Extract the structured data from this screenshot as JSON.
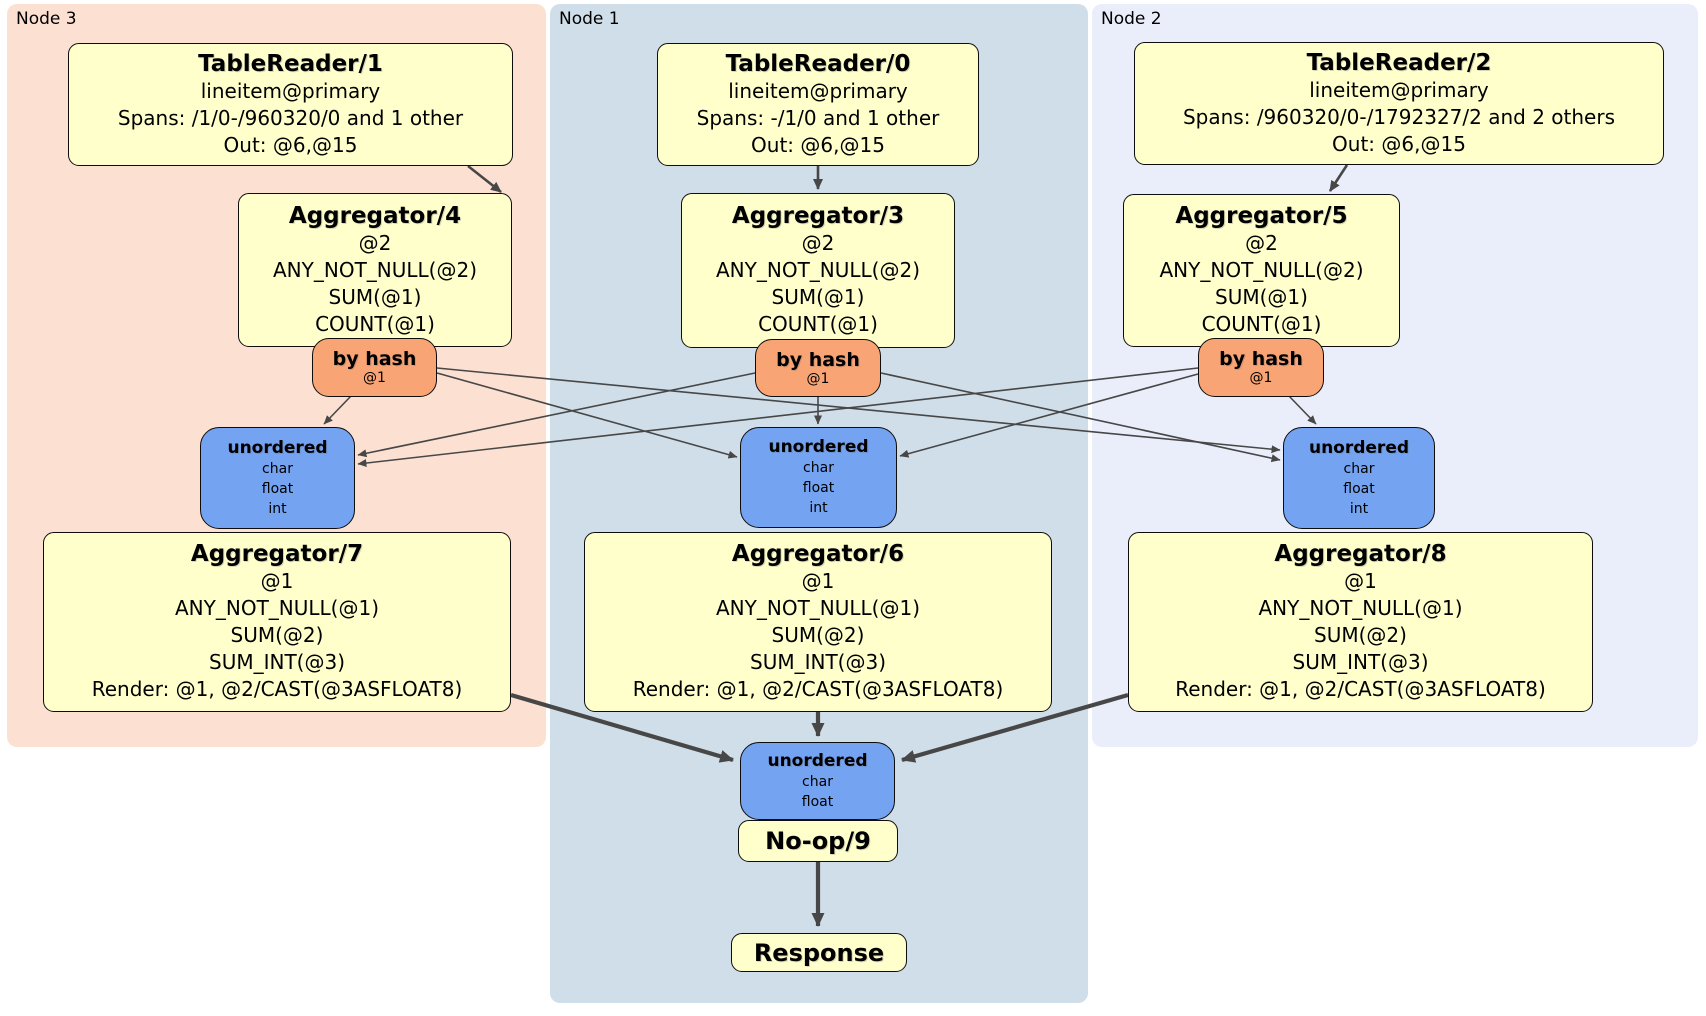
{
  "regions": {
    "node3": {
      "label": "Node 3"
    },
    "node1": {
      "label": "Node 1"
    },
    "node2": {
      "label": "Node 2"
    }
  },
  "boxes": {
    "tr1": {
      "title": "TableReader/1",
      "lines": [
        "lineitem@primary",
        "Spans: /1/0-/960320/0 and 1 other",
        "Out: @6,@15"
      ]
    },
    "tr0": {
      "title": "TableReader/0",
      "lines": [
        "lineitem@primary",
        "Spans: -/1/0 and 1 other",
        "Out: @6,@15"
      ]
    },
    "tr2": {
      "title": "TableReader/2",
      "lines": [
        "lineitem@primary",
        "Spans: /960320/0-/1792327/2 and 2 others",
        "Out: @6,@15"
      ]
    },
    "agg4": {
      "title": "Aggregator/4",
      "lines": [
        "@2",
        "ANY_NOT_NULL(@2)",
        "SUM(@1)",
        "COUNT(@1)"
      ]
    },
    "agg3": {
      "title": "Aggregator/3",
      "lines": [
        "@2",
        "ANY_NOT_NULL(@2)",
        "SUM(@1)",
        "COUNT(@1)"
      ]
    },
    "agg5": {
      "title": "Aggregator/5",
      "lines": [
        "@2",
        "ANY_NOT_NULL(@2)",
        "SUM(@1)",
        "COUNT(@1)"
      ]
    },
    "router4": {
      "title": "by hash",
      "lines": [
        "@1"
      ]
    },
    "router3": {
      "title": "by hash",
      "lines": [
        "@1"
      ]
    },
    "router5": {
      "title": "by hash",
      "lines": [
        "@1"
      ]
    },
    "sync7": {
      "title": "unordered",
      "lines": [
        "char",
        "float",
        "int"
      ]
    },
    "sync6": {
      "title": "unordered",
      "lines": [
        "char",
        "float",
        "int"
      ]
    },
    "sync8": {
      "title": "unordered",
      "lines": [
        "char",
        "float",
        "int"
      ]
    },
    "agg7": {
      "title": "Aggregator/7",
      "lines": [
        "@1",
        "ANY_NOT_NULL(@1)",
        "SUM(@2)",
        "SUM_INT(@3)",
        "Render: @1, @2/CAST(@3ASFLOAT8)"
      ]
    },
    "agg6": {
      "title": "Aggregator/6",
      "lines": [
        "@1",
        "ANY_NOT_NULL(@1)",
        "SUM(@2)",
        "SUM_INT(@3)",
        "Render: @1, @2/CAST(@3ASFLOAT8)"
      ]
    },
    "agg8": {
      "title": "Aggregator/8",
      "lines": [
        "@1",
        "ANY_NOT_NULL(@1)",
        "SUM(@2)",
        "SUM_INT(@3)",
        "Render: @1, @2/CAST(@3ASFLOAT8)"
      ]
    },
    "sync_final": {
      "title": "unordered",
      "lines": [
        "char",
        "float"
      ]
    },
    "noop": {
      "title": "No-op/9"
    },
    "response": {
      "title": "Response"
    }
  },
  "colors": {
    "node3_bg": "#fce0d2",
    "node1_bg": "#d0dee9",
    "node2_bg": "#eaeefa",
    "process_box_bg": "#ffffcc",
    "router_bg": "#f8a474",
    "sync_bg": "#74a3f2",
    "edge": "#474747"
  }
}
